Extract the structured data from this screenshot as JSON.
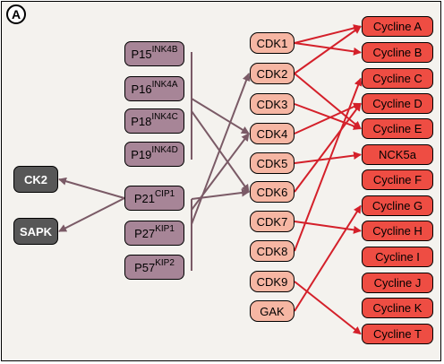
{
  "panel_label": "A",
  "colors": {
    "cdk_fill": "#f6b6a3",
    "cyclin_fill": "#ee4d43",
    "inhibitor_fill": "#a78597",
    "kinase_fill": "#575757",
    "inhibitor_arrow": "#7a5a66",
    "activation_arrow": "#d4202a"
  },
  "kinases": [
    {
      "label": "CK2"
    },
    {
      "label": "SAPK"
    }
  ],
  "inhibitors": [
    {
      "base": "P15",
      "sup": "INK4B"
    },
    {
      "base": "P16",
      "sup": "INK4A"
    },
    {
      "base": "P18",
      "sup": "INK4C"
    },
    {
      "base": "P19",
      "sup": "INK4D"
    },
    {
      "base": "P21",
      "sup": "CIP1"
    },
    {
      "base": "P27",
      "sup": "KIP1"
    },
    {
      "base": "P57",
      "sup": "KIP2"
    }
  ],
  "cdks": [
    {
      "label": "CDK1"
    },
    {
      "label": "CDK2"
    },
    {
      "label": "CDK3"
    },
    {
      "label": "CDK4"
    },
    {
      "label": "CDK5"
    },
    {
      "label": "CDK6"
    },
    {
      "label": "CDK7"
    },
    {
      "label": "CDK8"
    },
    {
      "label": "CDK9"
    },
    {
      "label": "GAK"
    }
  ],
  "cyclins": [
    {
      "label": "Cycline A"
    },
    {
      "label": "Cycline B"
    },
    {
      "label": "Cycline C"
    },
    {
      "label": "Cycline D"
    },
    {
      "label": "Cycline E"
    },
    {
      "label": "NCK5a"
    },
    {
      "label": "Cycline F"
    },
    {
      "label": "Cycline G"
    },
    {
      "label": "Cycline H"
    },
    {
      "label": "Cycline I"
    },
    {
      "label": "Cycline J"
    },
    {
      "label": "Cycline K"
    },
    {
      "label": "Cycline T"
    }
  ],
  "edges": {
    "inhibition": [
      {
        "from": "ink4-group",
        "to": "CDK4"
      },
      {
        "from": "ink4-group",
        "to": "CDK6"
      },
      {
        "from": "cip-kip-group",
        "to": "CDK2"
      },
      {
        "from": "cip-kip-group",
        "to": "CDK4"
      },
      {
        "from": "cip-kip-group",
        "to": "CDK6"
      },
      {
        "from": "P21",
        "to": "CK2"
      },
      {
        "from": "P21",
        "to": "SAPK"
      }
    ],
    "activation": [
      {
        "from": "CDK1",
        "to": "Cycline A"
      },
      {
        "from": "CDK1",
        "to": "Cycline B"
      },
      {
        "from": "CDK2",
        "to": "Cycline A"
      },
      {
        "from": "CDK2",
        "to": "Cycline E"
      },
      {
        "from": "CDK3",
        "to": "Cycline E"
      },
      {
        "from": "CDK4",
        "to": "Cycline D"
      },
      {
        "from": "CDK5",
        "to": "NCK5a"
      },
      {
        "from": "CDK6",
        "to": "Cycline D"
      },
      {
        "from": "CDK7",
        "to": "Cycline H"
      },
      {
        "from": "CDK8",
        "to": "Cycline C"
      },
      {
        "from": "GAK",
        "to": "Cycline G"
      },
      {
        "from": "CDK9",
        "to": "Cycline T"
      }
    ]
  }
}
